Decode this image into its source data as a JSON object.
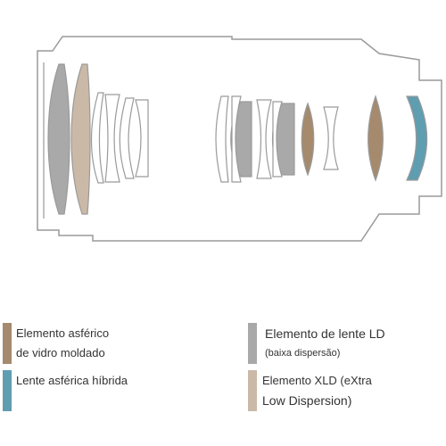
{
  "colors": {
    "outline": "#9a9a9a",
    "ld_gray": "#a9a9a9",
    "xld_beige": "#cbb9a7",
    "molded_aspherical_brown": "#a58a6e",
    "hybrid_aspherical_blue": "#5f9db1",
    "clear_glass": "#ffffff"
  },
  "legend": [
    {
      "color": "#a58a6e",
      "line1": "Elemento asférico",
      "line2": "de vidro moldado"
    },
    {
      "color": "#5f9db1",
      "line1": "Lente asférica híbrida",
      "line2": ""
    },
    {
      "color": "#a9a9a9",
      "line1": "Elemento de lente LD",
      "line2": "(baixa dispersão)"
    },
    {
      "color": "#cbb9a7",
      "line1": "Elemento XLD (eXtra",
      "line2": "Low Dispersion)"
    }
  ]
}
